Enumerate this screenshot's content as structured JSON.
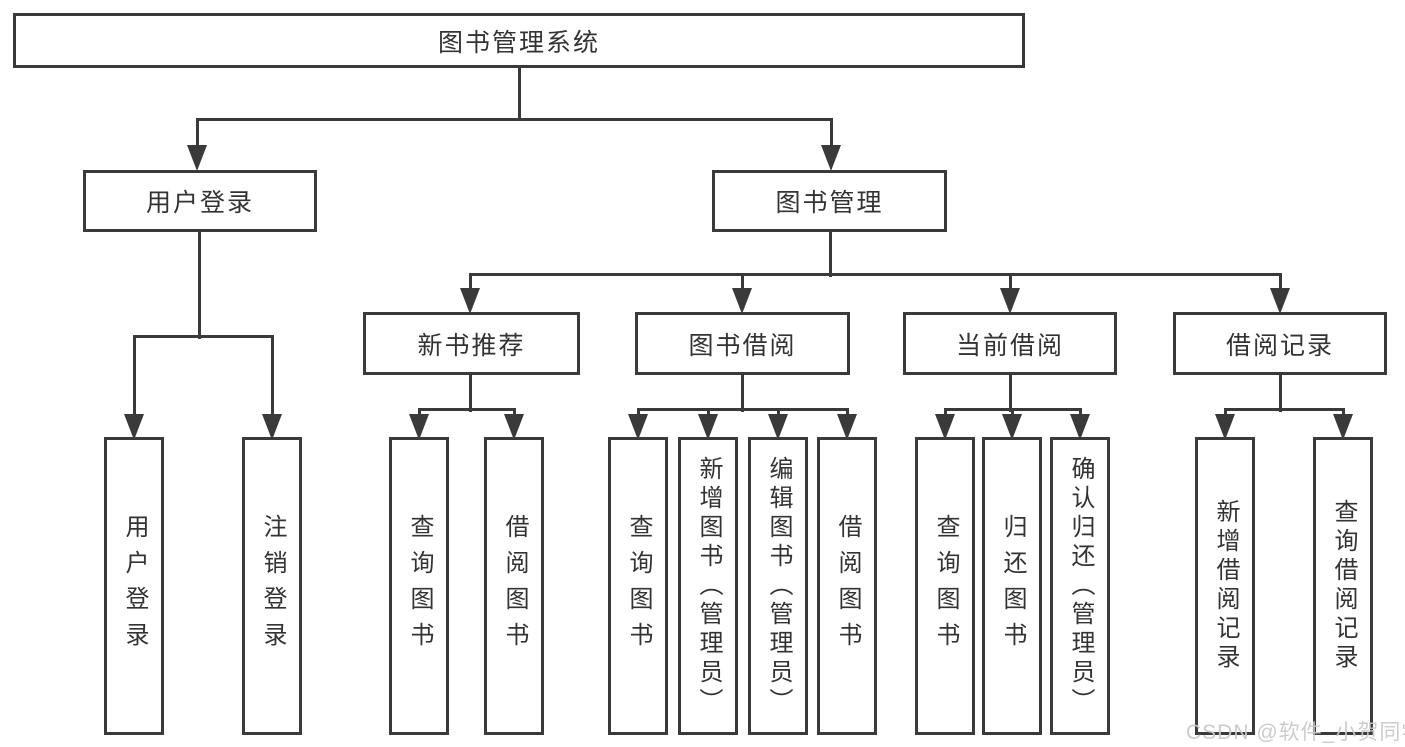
{
  "diagram": {
    "title": "图书管理系统",
    "root": {
      "label": "图书管理系统"
    },
    "level2": [
      {
        "label": "用户登录"
      },
      {
        "label": "图书管理"
      }
    ],
    "level3": [
      {
        "parent": "图书管理",
        "label": "新书推荐"
      },
      {
        "parent": "图书管理",
        "label": "图书借阅"
      },
      {
        "parent": "图书管理",
        "label": "当前借阅"
      },
      {
        "parent": "图书管理",
        "label": "借阅记录"
      }
    ],
    "leaves": [
      {
        "parent": "用户登录",
        "label": "用户登录"
      },
      {
        "parent": "用户登录",
        "label": "注销登录"
      },
      {
        "parent": "新书推荐",
        "label": "查询图书"
      },
      {
        "parent": "新书推荐",
        "label": "借阅图书"
      },
      {
        "parent": "图书借阅",
        "label": "查询图书"
      },
      {
        "parent": "图书借阅",
        "label": "新增图书（管理员）"
      },
      {
        "parent": "图书借阅",
        "label": "编辑图书（管理员）"
      },
      {
        "parent": "图书借阅",
        "label": "借阅图书"
      },
      {
        "parent": "当前借阅",
        "label": "查询图书"
      },
      {
        "parent": "当前借阅",
        "label": "归还图书"
      },
      {
        "parent": "当前借阅",
        "label": "确认归还（管理员）"
      },
      {
        "parent": "借阅记录",
        "label": "新增借阅记录"
      },
      {
        "parent": "借阅记录",
        "label": "查询借阅记录"
      }
    ]
  },
  "watermark": {
    "text": "CSDN @软件_小贺同学"
  },
  "colors": {
    "line": "#3a3a3a",
    "border": "#3a3a3a",
    "text": "#333333",
    "background": "#ffffff",
    "watermark": "#c9c9c9"
  }
}
